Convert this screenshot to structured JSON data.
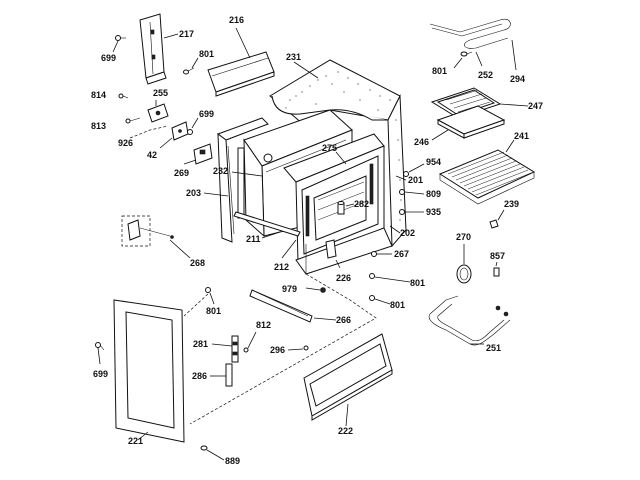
{
  "labels": {
    "p217": "217",
    "p699a": "699",
    "p216": "216",
    "p801a": "801",
    "p231": "231",
    "p814": "814",
    "p255": "255",
    "p699b": "699",
    "p813": "813",
    "p926": "926",
    "p42": "42",
    "p269": "269",
    "p232": "232",
    "p275": "275",
    "p203": "203",
    "p246": "246",
    "p954": "954",
    "p201": "201",
    "p809": "809",
    "p935": "935",
    "p282": "282",
    "p211": "211",
    "p202": "202",
    "p212": "212",
    "p267": "267",
    "p226": "226",
    "p268": "268",
    "p801b": "801",
    "p979": "979",
    "p801c": "801",
    "p801d": "801",
    "p266": "266",
    "p281": "281",
    "p812": "812",
    "p296": "296",
    "p286": "286",
    "p699c": "699",
    "p221": "221",
    "p222": "222",
    "p889": "889",
    "p801e": "801",
    "p252": "252",
    "p294": "294",
    "p247": "247",
    "p241": "241",
    "p239": "239",
    "p270": "270",
    "p857": "857",
    "p251": "251"
  }
}
